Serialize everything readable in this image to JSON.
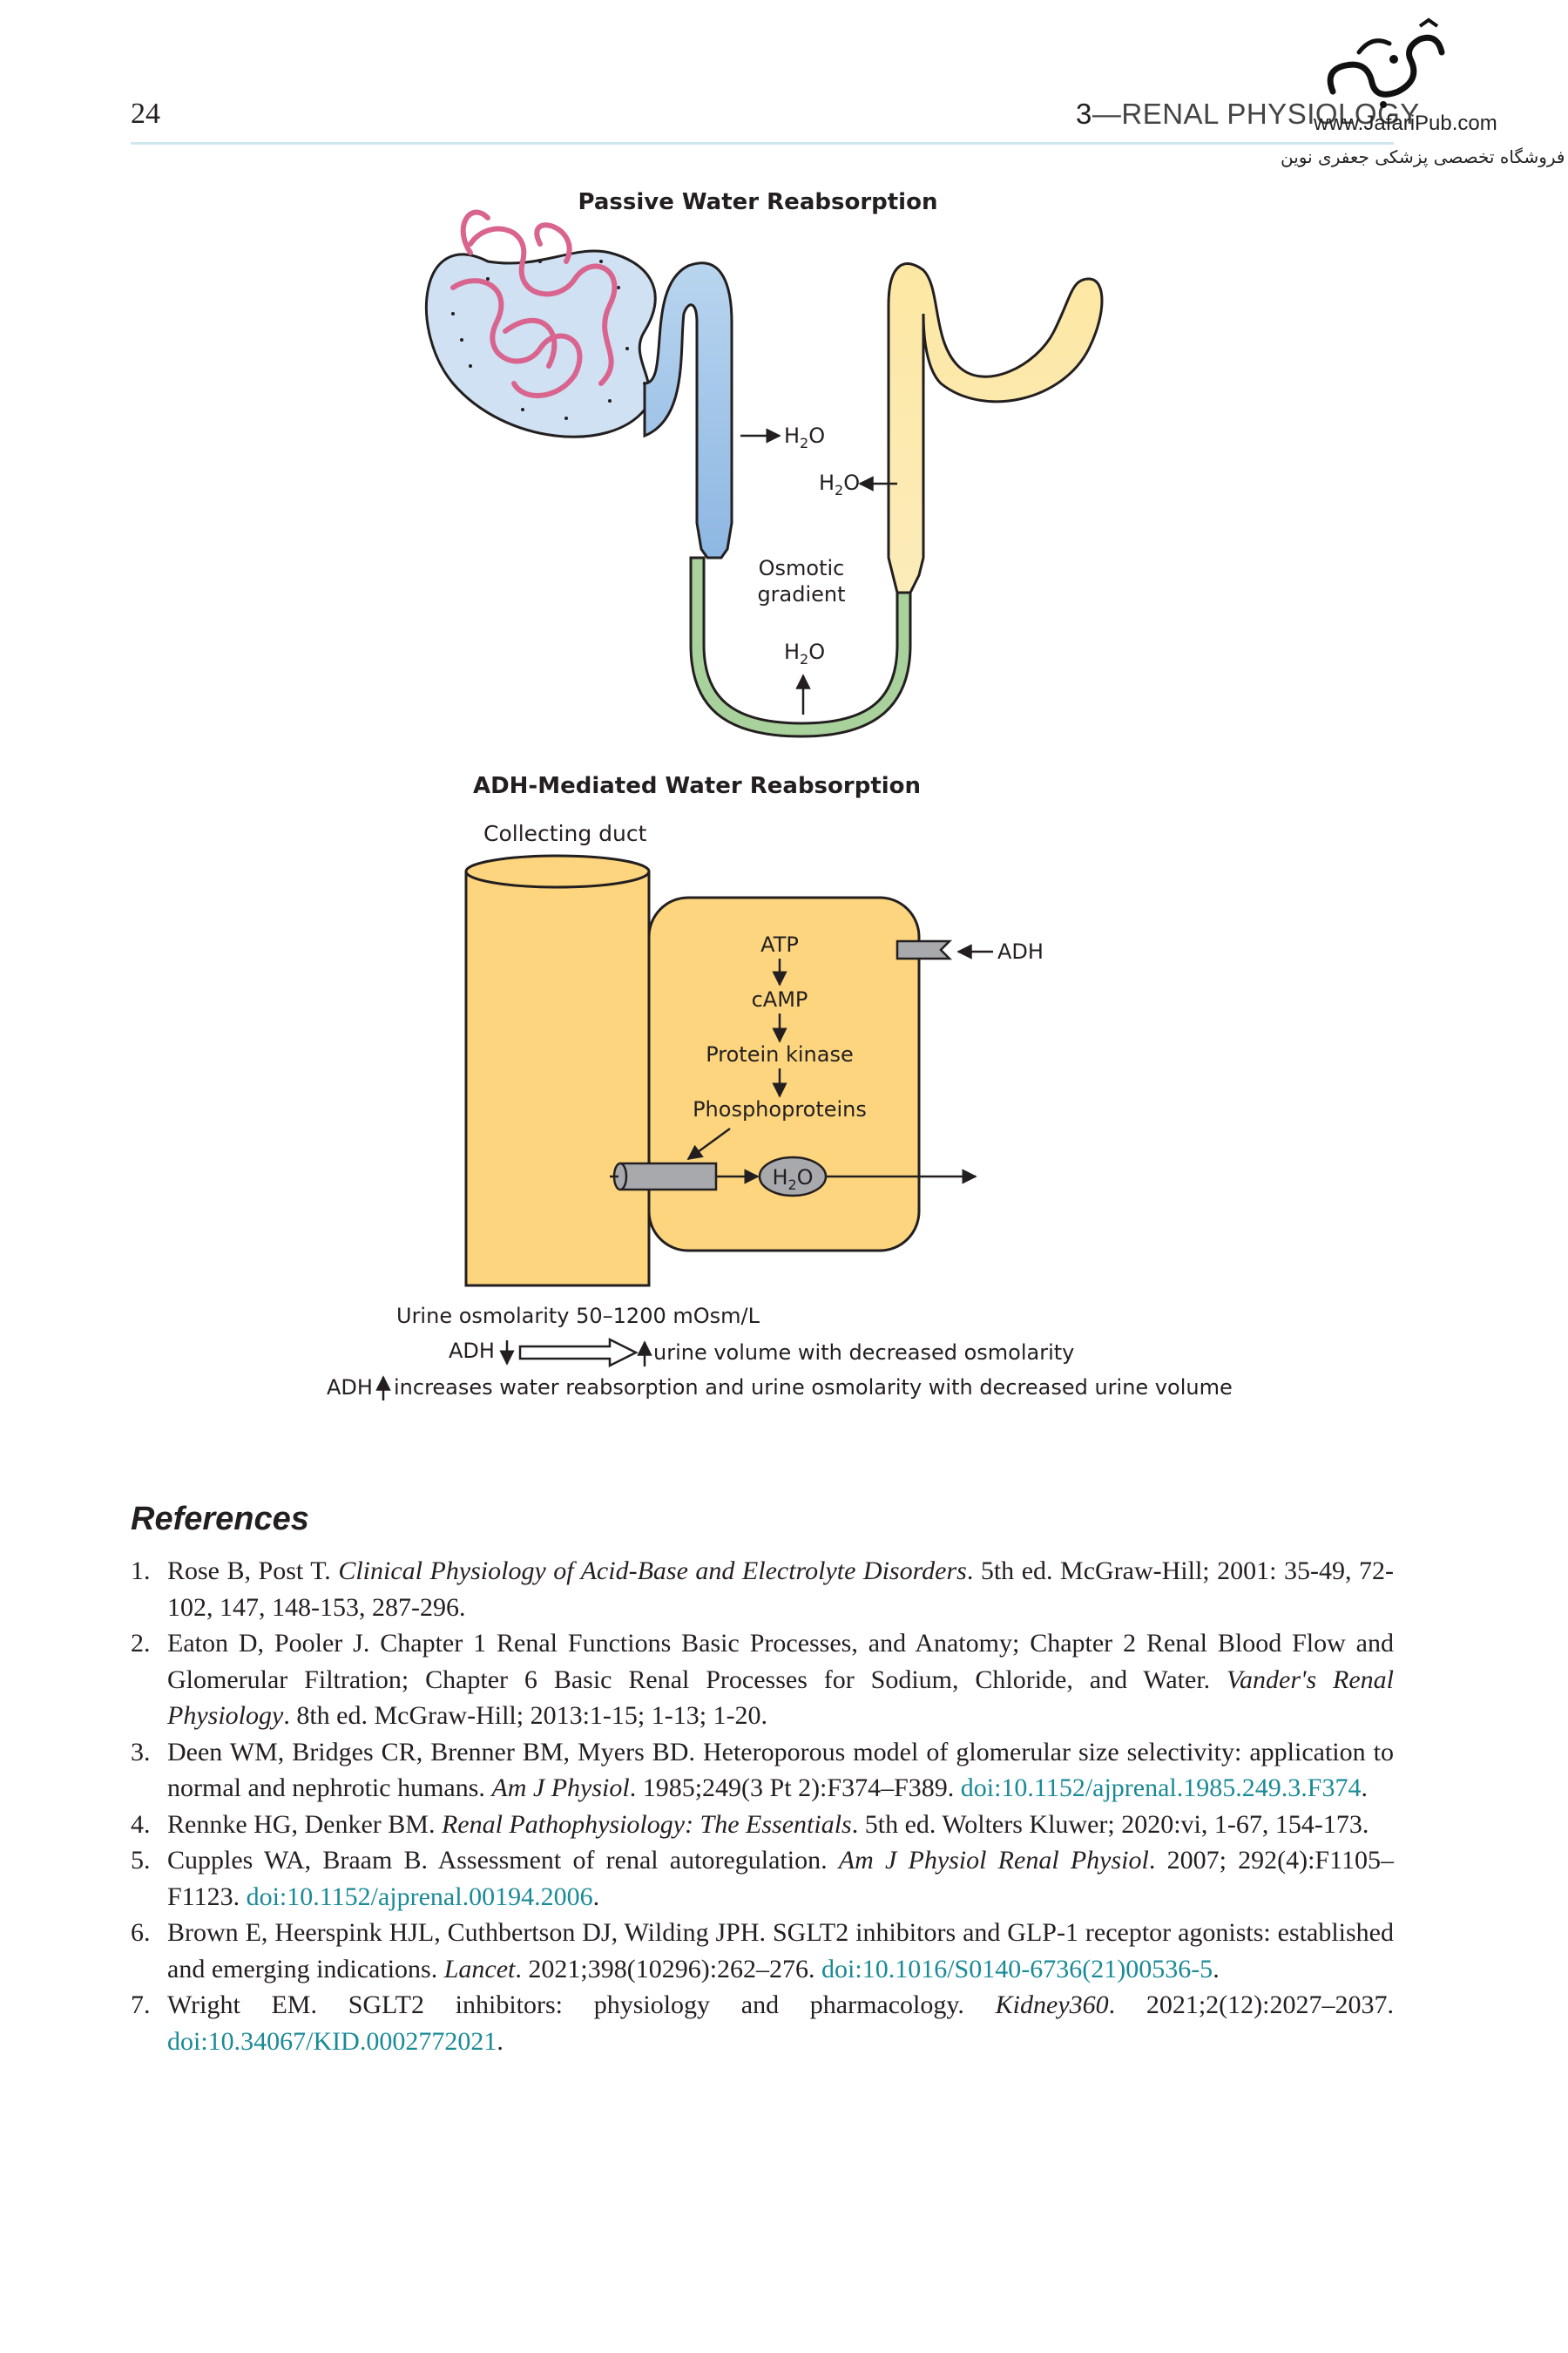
{
  "header": {
    "page_number": "24",
    "chapter_number": "3",
    "chapter_title": "—RENAL PHYSIOLOGY"
  },
  "watermark": {
    "url": "www.JafariPub.com",
    "persian_text": "فروشگاه تخصصی پزشکی جعفری نوین"
  },
  "figure_passive": {
    "title": "Passive Water Reabsorption",
    "h2o_left": "H",
    "h2o_right": "H",
    "osmotic_line1": "Osmotic",
    "osmotic_line2": "gradient",
    "h2o_bottom": "H",
    "sub2": "2",
    "o": "O"
  },
  "figure_adh": {
    "title": "ADH-Mediated Water Reabsorption",
    "collecting_duct": "Collecting duct",
    "atp": "ATP",
    "camp": "cAMP",
    "protein_kinase": "Protein kinase",
    "phosphoproteins": "Phosphoproteins",
    "adh_receptor": "ADH",
    "h2o_channel": "H",
    "urine_osmolarity": "Urine osmolarity 50–1200 mOsm/L",
    "adh_down": "ADH",
    "adh_down_effect": "urine volume with decreased osmolarity",
    "adh_up": "ADH",
    "adh_up_effect": "increases water reabsorption and urine osmolarity with decreased urine volume",
    "colors": {
      "cell": "#fdd57e",
      "cell_stroke": "#231f20",
      "channel": "#a7a9ac"
    }
  },
  "references": {
    "heading": "References",
    "items": [
      {
        "num": "1.",
        "pre": "Rose B, Post T. ",
        "italic": "Clinical Physiology of Acid-Base and Electrolyte Disorders",
        "post": ". 5th ed. McGraw-Hill; 2001: 35-49, 72-102, 147, 148-153, 287-296.",
        "doi": ""
      },
      {
        "num": "2.",
        "pre": "Eaton D, Pooler J. Chapter 1 Renal Functions Basic Processes, and Anatomy; Chapter 2 Renal Blood Flow and Glomerular Filtration; Chapter 6 Basic Renal Processes for Sodium, Chloride, and Water. ",
        "italic": "Vander's Renal Physiology",
        "post": ". 8th ed. McGraw-Hill; 2013:1-15; 1-13; 1-20.",
        "doi": ""
      },
      {
        "num": "3.",
        "pre": "Deen WM, Bridges CR, Brenner BM, Myers BD. Heteroporous model of glomerular size selectivity: application to normal and nephrotic humans. ",
        "italic": "Am J Physiol",
        "post": ". 1985;249(3 Pt 2):F374–F389. ",
        "doi": "doi:10.1152/ajprenal.1985.249.3.F374",
        "tail": "."
      },
      {
        "num": "4.",
        "pre": "Rennke HG, Denker BM. ",
        "italic": "Renal Pathophysiology: The Essentials",
        "post": ". 5th ed. Wolters Kluwer; 2020:vi, 1-67, 154-173.",
        "doi": ""
      },
      {
        "num": "5.",
        "pre": "Cupples WA, Braam B. Assessment of renal autoregulation. ",
        "italic": "Am J Physiol Renal Physiol",
        "post": ". 2007; 292(4):F1105–F1123. ",
        "doi": "doi:10.1152/ajprenal.00194.2006",
        "tail": "."
      },
      {
        "num": "6.",
        "pre": "Brown E, Heerspink HJL, Cuthbertson DJ, Wilding JPH. SGLT2 inhibitors and GLP-1 receptor agonists: established and emerging indications. ",
        "italic": "Lancet",
        "post": ". 2021;398(10296):262–276. ",
        "doi": "doi:10.1016/S0140-6736(21)00536-5",
        "tail": "."
      },
      {
        "num": "7.",
        "pre": "Wright EM. SGLT2 inhibitors: physiology and pharmacology. ",
        "italic": "Kidney360",
        "post": ". 2021;2(12):2027–2037. ",
        "doi": "doi:10.34067/KID.0002772021",
        "tail": "."
      }
    ]
  }
}
